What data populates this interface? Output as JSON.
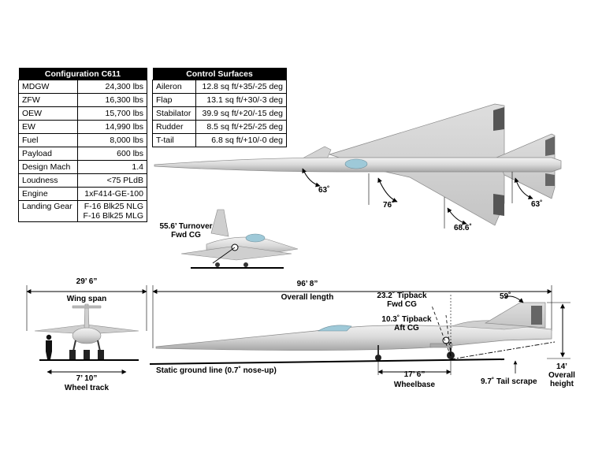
{
  "config_table": {
    "title": "Configuration C611",
    "rows": [
      {
        "label": "MDGW",
        "value": "24,300 lbs"
      },
      {
        "label": "ZFW",
        "value": "16,300 lbs"
      },
      {
        "label": "OEW",
        "value": "15,700 lbs"
      },
      {
        "label": "EW",
        "value": "14,990 lbs"
      },
      {
        "label": "Fuel",
        "value": "8,000 lbs"
      },
      {
        "label": "Payload",
        "value": "600 lbs"
      },
      {
        "label": "Design Mach",
        "value": "1.4"
      },
      {
        "label": "Loudness",
        "value": "<75 PLdB"
      },
      {
        "label": "Engine",
        "value": "1xF414-GE-100"
      },
      {
        "label": "Landing Gear",
        "value": "F-16 Blk25 NLG",
        "value2": "F-16 Blk25 MLG"
      }
    ]
  },
  "control_table": {
    "title": "Control Surfaces",
    "rows": [
      {
        "label": "Aileron",
        "value": "12.8 sq ft/+35/-25 deg"
      },
      {
        "label": "Flap",
        "value": "13.1 sq ft/+30/-3 deg"
      },
      {
        "label": "Stabilator",
        "value": "39.9 sq ft/+20/-15 deg"
      },
      {
        "label": "Rudder",
        "value": "8.5 sq ft/+25/-25 deg"
      },
      {
        "label": "T-tail",
        "value": "6.8 sq ft/+10/-0 deg"
      }
    ]
  },
  "top_view": {
    "angle_nose": "63˚",
    "angle_inboard": "76˚",
    "angle_outboard": "68.6˚",
    "angle_tail": "63˚"
  },
  "front_small": {
    "turnover_1": "55.6’ Turnover",
    "turnover_2": "Fwd CG"
  },
  "front_view": {
    "span_value": "29’ 6”",
    "span_label": "Wing span",
    "track_value": "7’ 10”",
    "track_label": "Wheel track"
  },
  "side_view": {
    "length_value": "96’ 8”",
    "length_label": "Overall length",
    "tipback_fwd_1": "23.2˚ Tipback",
    "tipback_fwd_2": "Fwd CG",
    "tipback_aft_1": "10.3˚ Tipback",
    "tipback_aft_2": "Aft CG",
    "tail_angle": "59˚",
    "ground_line": "Static ground line (0.7˚ nose-up)",
    "wheelbase_value": "17’ 6”",
    "wheelbase_label": "Wheelbase",
    "tail_scrape": "9.7˚ Tail scrape",
    "height_value": "14’",
    "height_label_1": "Overall",
    "height_label_2": "height"
  }
}
